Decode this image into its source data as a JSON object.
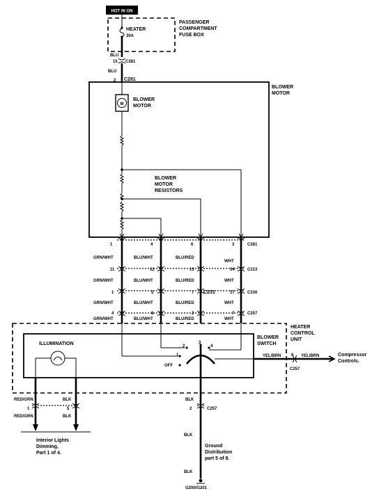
{
  "hot_in_on": "HOT IN ON",
  "fuse": {
    "name": "HEATER",
    "rating": "30A"
  },
  "fuse_box": {
    "line1": "PASSENGER",
    "line2": "COMPARTMENT",
    "line3": "FUSE BOX"
  },
  "top_wire": {
    "color_upper": "BLU",
    "pin_15": "15",
    "connector": "C281",
    "color_lower": "BLU",
    "pin_2": "2",
    "connector_bold": "C281"
  },
  "blower_motor_box": {
    "line1": "BLOWER",
    "line2": "MOTOR"
  },
  "motor": {
    "symbol": "M",
    "line1": "BLOWER",
    "line2": "MOTOR"
  },
  "resistors": {
    "line1": "BLOWER",
    "line2": "MOTOR",
    "line3": "RESISTORS"
  },
  "harness": {
    "pins_c281": [
      "1",
      "4",
      "6",
      "3"
    ],
    "conn_c281": "C281",
    "colors_row1": [
      "GRN/WHT",
      "BLU/WHT",
      "BLU/RED",
      "WHT"
    ],
    "pins_c213": [
      "11",
      "12",
      "13",
      "14"
    ],
    "conn_c213": "C213",
    "colors_row2": [
      "GRN/WHT",
      "BLU/WHT",
      "BLU/RED",
      "WHT"
    ],
    "pins_c231": [
      "1",
      "5",
      "7",
      "17"
    ],
    "conn_c231": "C231",
    "conn_c230": "C230",
    "colors_row3": [
      "GRN/WHT",
      "BLU/WHT",
      "BLU/RED",
      "WHT"
    ],
    "pins_c257": [
      "4",
      "8",
      "3",
      "7"
    ],
    "conn_c257": "C257"
  },
  "heater_control_unit": {
    "line1": "HEATER",
    "line2": "CONTROL",
    "line3": "UNIT"
  },
  "blower_switch": {
    "line1": "BLOWER",
    "line2": "SWITCH",
    "pos_1": "1",
    "pos_2": "2",
    "pos_3": "3",
    "pos_4": "4",
    "off": "OFF"
  },
  "illumination": "ILLUMINATION",
  "compressor": {
    "color_in": "YEL/BRN",
    "pin": "6",
    "connector": "C257",
    "color_out": "YEL/BRN",
    "line1": "Compressor",
    "line2": "Controls."
  },
  "lower_left": {
    "color_red_grn": "RED/GRN",
    "color_blk": "BLK",
    "pin_1": "1",
    "pin_5": "5",
    "color_red_grn_b": "RED/GRN",
    "color_blk_b": "BLK",
    "line1": "Interior Lights",
    "line2": "Dimming,",
    "line3": "Part 1 of 4."
  },
  "lower_mid": {
    "color_blk_top": "BLK",
    "pin_2": "2",
    "connector": "C257",
    "color_blk_mid": "BLK",
    "color_blk_bot": "BLK",
    "line1": "Ground",
    "line2": "Distribution",
    "line3": "part 5 of 8.",
    "ground": "G200/G201"
  }
}
